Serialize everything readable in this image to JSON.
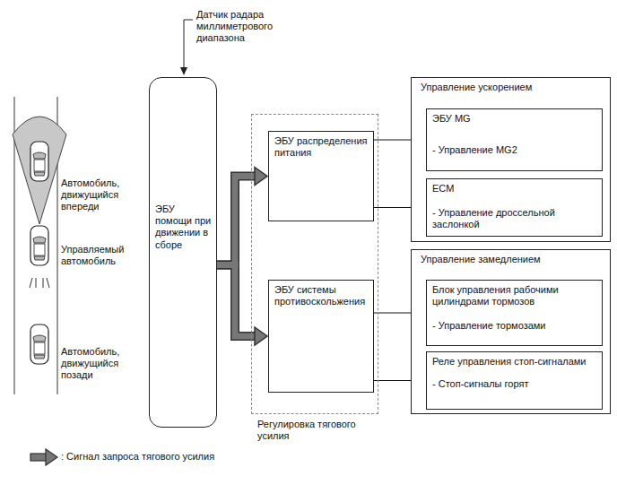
{
  "diagram": {
    "nodes": [
      {
        "text": [
          "ЭБУ помощи при движении в сборе"
        ]
      },
      {
        "text": [
          "Регулировка тягового усилия"
        ]
      },
      {
        "text": [
          "ЭБУ распределения питания"
        ],
        "in": 1
      },
      {
        "text": [
          "ЭБУ системы противоскольжения"
        ],
        "in": 1
      },
      {
        "text": [
          "Управление ускорением"
        ]
      },
      {
        "text": [
          "ЭБУ MG",
          "- Управление MG2"
        ],
        "in": 4
      },
      {
        "text": [
          "ECM",
          "- Управление дроссельной заслонкой"
        ],
        "in": 4
      },
      {
        "text": [
          "Управление замедлением"
        ]
      },
      {
        "text": [
          "Блок управления рабочими цилиндрами тормозов",
          "- Управление тормозами"
        ],
        "in": 7
      },
      {
        "text": [
          "Реле управления стоп-сигналами",
          "- Стоп-сигналы горят"
        ],
        "in": 7
      }
    ],
    "edges": [
      {
        "from": 0,
        "to": 2,
        "arrow": "to"
      },
      {
        "from": 0,
        "to": 3,
        "arrow": "to"
      },
      {
        "from": 2,
        "to": 5,
        "arrow": "to"
      },
      {
        "from": 2,
        "to": 6,
        "arrow": "to"
      },
      {
        "from": 3,
        "to": 8,
        "arrow": "to"
      },
      {
        "from": 3,
        "to": 9,
        "arrow": "to"
      }
    ],
    "labels": [
      "Датчик радара миллиметрового диапазона",
      "Автомобиль, движущийся впереди",
      "Управляемый автомобиль",
      "Автомобиль, движущийся позади"
    ],
    "legend": [
      {
        "text": ": Сигнал запроса тягового усилия"
      }
    ]
  }
}
